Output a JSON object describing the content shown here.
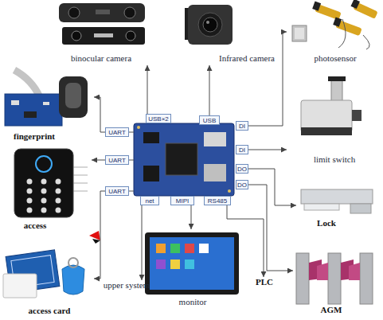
{
  "diagram": {
    "nodes": [
      {
        "text": [
          "binocular camera"
        ]
      },
      {
        "text": [
          "Infrared camera"
        ]
      },
      {
        "text": [
          "photosensor"
        ]
      },
      {
        "text": [
          "fingerprint"
        ]
      },
      {
        "text": [
          "USB×2"
        ]
      },
      {
        "text": [
          "USB"
        ]
      },
      {
        "text": [
          "UART"
        ]
      },
      {
        "text": [
          "DI"
        ]
      },
      {
        "text": [
          "limit switch"
        ]
      },
      {
        "text": [
          "UART"
        ]
      },
      {
        "text": [
          "DI"
        ]
      },
      {
        "text": [
          "DO"
        ]
      },
      {
        "text": [
          "UART"
        ]
      },
      {
        "text": [
          "DO"
        ]
      },
      {
        "text": [
          "net"
        ]
      },
      {
        "text": [
          "MIPI"
        ]
      },
      {
        "text": [
          "RS485"
        ]
      },
      {
        "text": [
          "access"
        ]
      },
      {
        "text": [
          "Lock"
        ]
      },
      {
        "text": [
          "upper system"
        ]
      },
      {
        "text": [
          "PLC"
        ]
      },
      {
        "text": [
          "monitor"
        ]
      },
      {
        "text": [
          "access card"
        ]
      },
      {
        "text": [
          "AGM"
        ]
      }
    ],
    "edges": [
      {
        "from": 4,
        "to": 0,
        "arrow": "to"
      },
      {
        "from": 5,
        "to": 1,
        "arrow": "to"
      },
      {
        "from": 7,
        "to": 2,
        "arrow": "to"
      },
      {
        "from": 6,
        "to": 3,
        "arrow": "to"
      },
      {
        "from": 10,
        "to": 8,
        "arrow": "to"
      },
      {
        "from": 9,
        "to": 17,
        "arrow": "to"
      },
      {
        "from": 11,
        "to": 18,
        "arrow": "to"
      },
      {
        "from": 12,
        "to": 22,
        "arrow": "to"
      },
      {
        "from": 13,
        "to": 23,
        "arrow": "to"
      },
      {
        "from": 14,
        "to": 19,
        "arrow": "to"
      },
      {
        "from": 15,
        "to": 21,
        "arrow": "to"
      },
      {
        "from": 16,
        "to": 20,
        "arrow": "to"
      }
    ]
  }
}
